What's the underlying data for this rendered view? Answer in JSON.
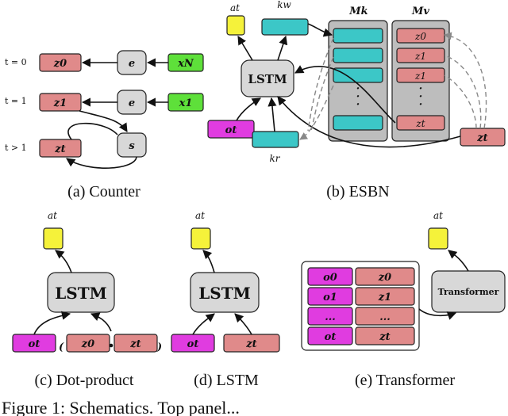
{
  "colors": {
    "pink": "#e08a8a",
    "green": "#5ee03a",
    "cyan": "#3cc7c7",
    "magenta": "#e03ce0",
    "yellow": "#f5f23a",
    "gray": "#d8d8d8",
    "panel": "#bdbdbd"
  },
  "counter": {
    "time_labels": [
      "t = 0",
      "t = 1",
      "t > 1"
    ],
    "nodes": {
      "z0": "z0",
      "z1": "z1",
      "zt": "zt",
      "e": "e",
      "xN": "xN",
      "x1": "x1",
      "s": "s"
    },
    "caption": "(a) Counter"
  },
  "esbn": {
    "at": "at",
    "kw": "kw",
    "kr": "kr",
    "ot": "ot",
    "zt": "zt",
    "mk": "Mk",
    "mv": "Mv",
    "lstm": "LSTM",
    "mv_cells": [
      "z0",
      "z1",
      "z1",
      "zt"
    ],
    "dots": "·\n·\n·",
    "caption": "(b) ESBN"
  },
  "dotprod": {
    "at": "at",
    "lstm": "LSTM",
    "ot": "ot",
    "z0": "z0",
    "zt": "zt",
    "caption": "(c) Dot-product"
  },
  "lstm_panel": {
    "at": "at",
    "lstm": "LSTM",
    "ot": "ot",
    "zt": "zt",
    "caption": "(d) LSTM"
  },
  "transformer": {
    "at": "at",
    "label": "Transformer",
    "rows": [
      {
        "o": "o0",
        "z": "z0"
      },
      {
        "o": "o1",
        "z": "z1"
      },
      {
        "o": "...",
        "z": "..."
      },
      {
        "o": "ot",
        "z": "zt"
      }
    ],
    "caption": "(e) Transformer"
  },
  "figure_caption": "Figure 1:  Schematics.  Top panel..."
}
